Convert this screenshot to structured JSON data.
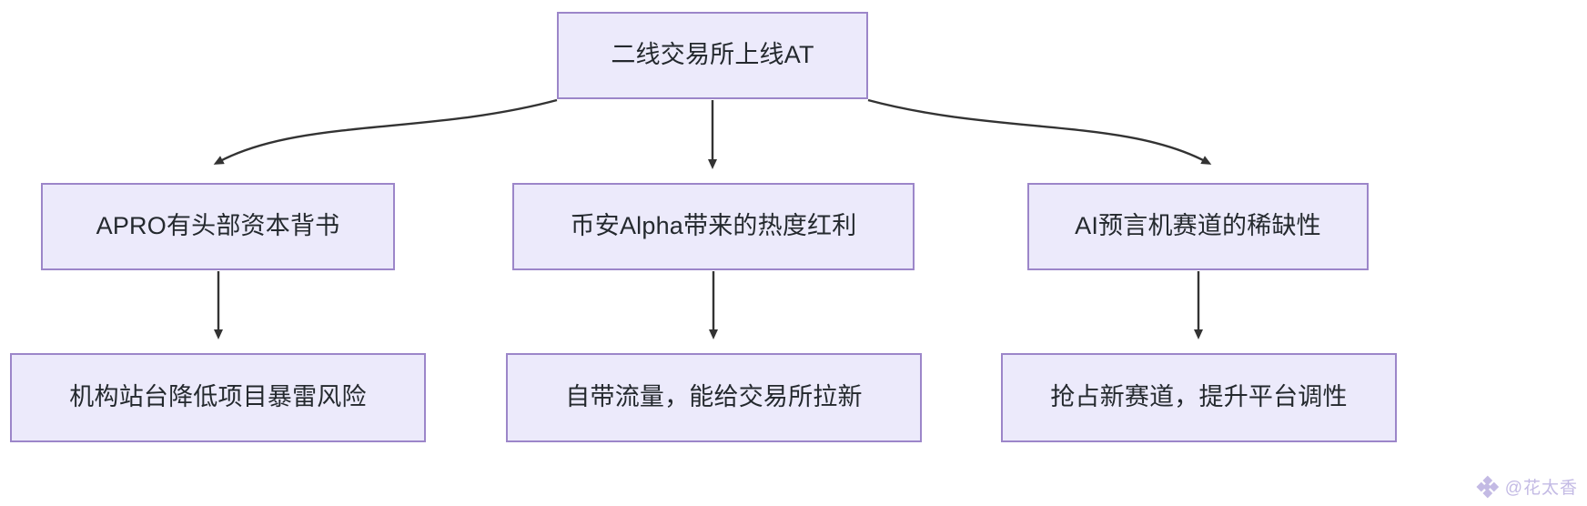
{
  "diagram": {
    "type": "flowchart",
    "direction": "top-down",
    "title": "二线交易所上线AT",
    "colors": {
      "node_fill": "#ECEAFB",
      "node_border": "#9C86C9",
      "node_text": "#24292e",
      "edge": "#333333",
      "background": "#ffffff",
      "watermark": "#b9aee0"
    },
    "nodes": [
      {
        "id": "root",
        "label": "二线交易所上线AT",
        "level": 0,
        "column": 1
      },
      {
        "id": "mid-1",
        "label": "APRO有头部资本背书",
        "level": 1,
        "column": 0
      },
      {
        "id": "mid-2",
        "label": "币安Alpha带来的热度红利",
        "level": 1,
        "column": 1
      },
      {
        "id": "mid-3",
        "label": "AI预言机赛道的稀缺性",
        "level": 1,
        "column": 2
      },
      {
        "id": "leaf-1",
        "label": "机构站台降低项目暴雷风险",
        "level": 2,
        "column": 0
      },
      {
        "id": "leaf-2",
        "label": "自带流量，能给交易所拉新",
        "level": 2,
        "column": 1
      },
      {
        "id": "leaf-3",
        "label": "抢占新赛道，提升平台调性",
        "level": 2,
        "column": 2
      }
    ],
    "edges": [
      {
        "from": "root",
        "to": "mid-1",
        "style": "curved",
        "arrow": "filled-triangle"
      },
      {
        "from": "root",
        "to": "mid-2",
        "style": "straight",
        "arrow": "filled-triangle"
      },
      {
        "from": "root",
        "to": "mid-3",
        "style": "curved",
        "arrow": "filled-triangle"
      },
      {
        "from": "mid-1",
        "to": "leaf-1",
        "style": "straight",
        "arrow": "filled-triangle"
      },
      {
        "from": "mid-2",
        "to": "leaf-2",
        "style": "straight",
        "arrow": "filled-triangle"
      },
      {
        "from": "mid-3",
        "to": "leaf-3",
        "style": "straight",
        "arrow": "filled-triangle"
      }
    ]
  },
  "watermark": {
    "handle": "@花太香",
    "icon": "diamond-logo-icon"
  }
}
